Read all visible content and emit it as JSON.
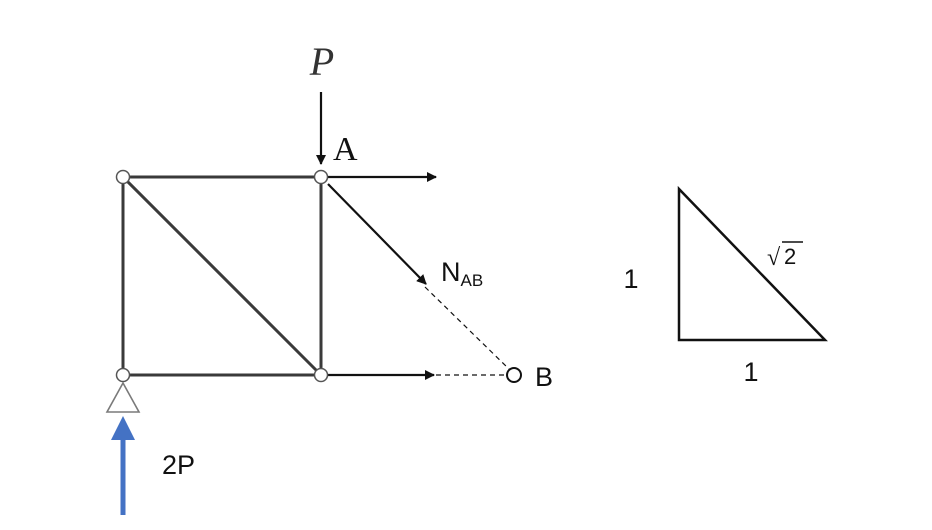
{
  "truss": {
    "load_top_label": "P",
    "node_a_label": "A",
    "member_force_label": "N",
    "member_force_subscript": "AB",
    "node_b_label": "B",
    "reaction_label": "2P"
  },
  "triangle": {
    "vertical_side_label": "1",
    "horizontal_side_label": "1",
    "hypotenuse_radical": "√",
    "hypotenuse_value": "2"
  },
  "colors": {
    "member": "#3a3a3a",
    "arrow": "#111111",
    "reaction_arrow": "#4472c4",
    "node_fill": "#ffffff",
    "support_stroke": "#7a7a7a"
  }
}
